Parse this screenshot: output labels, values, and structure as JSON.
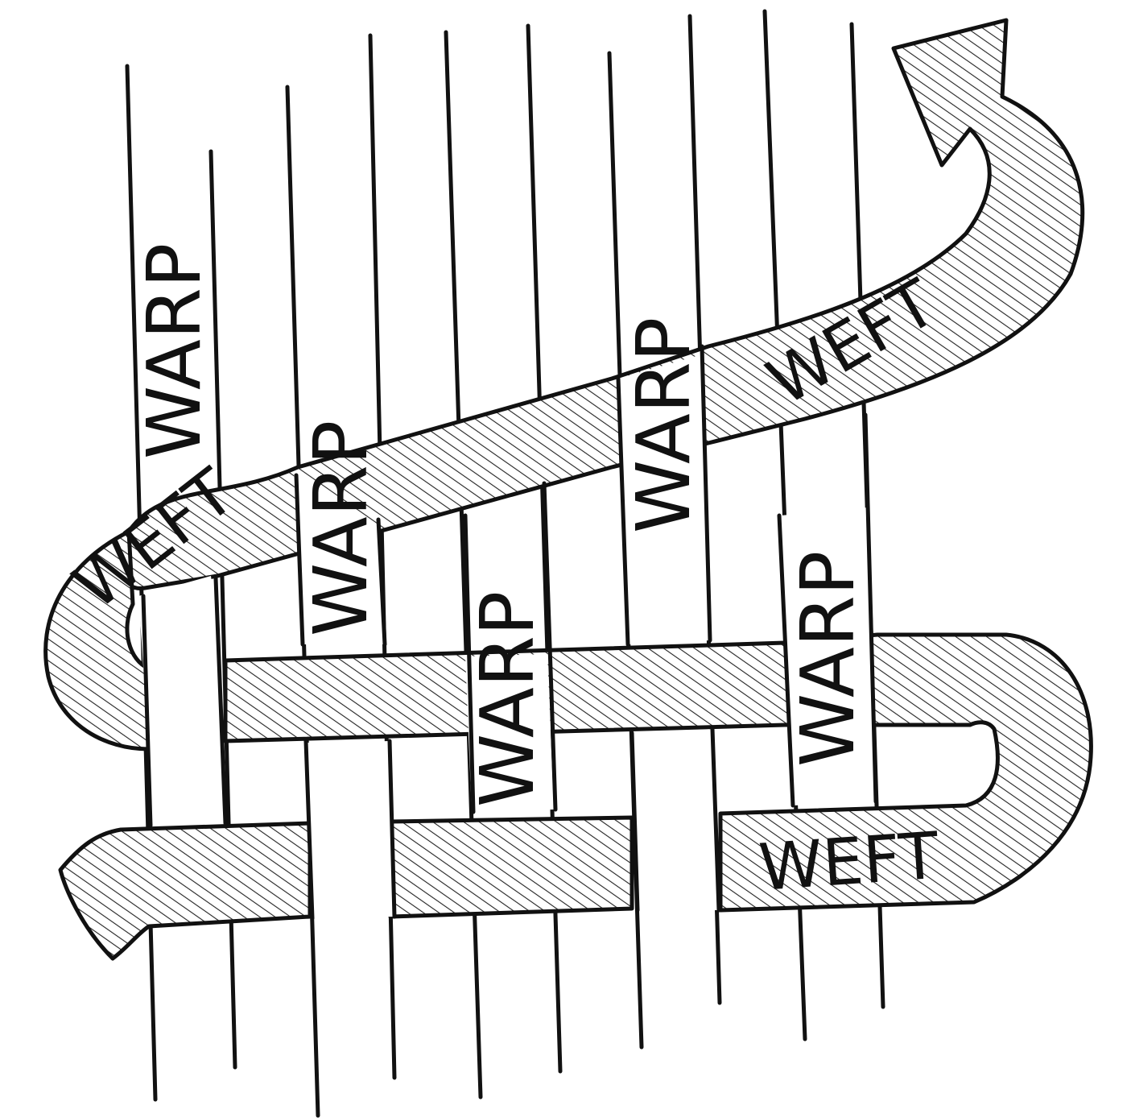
{
  "diagram": {
    "labels": {
      "warp": [
        "WARP",
        "WARP",
        "WARP",
        "WARP",
        "WARP"
      ],
      "weft": [
        "WEFT",
        "WEFT",
        "WEFT"
      ]
    },
    "colors": {
      "ink": "#111111",
      "paper": "#ffffff"
    }
  }
}
